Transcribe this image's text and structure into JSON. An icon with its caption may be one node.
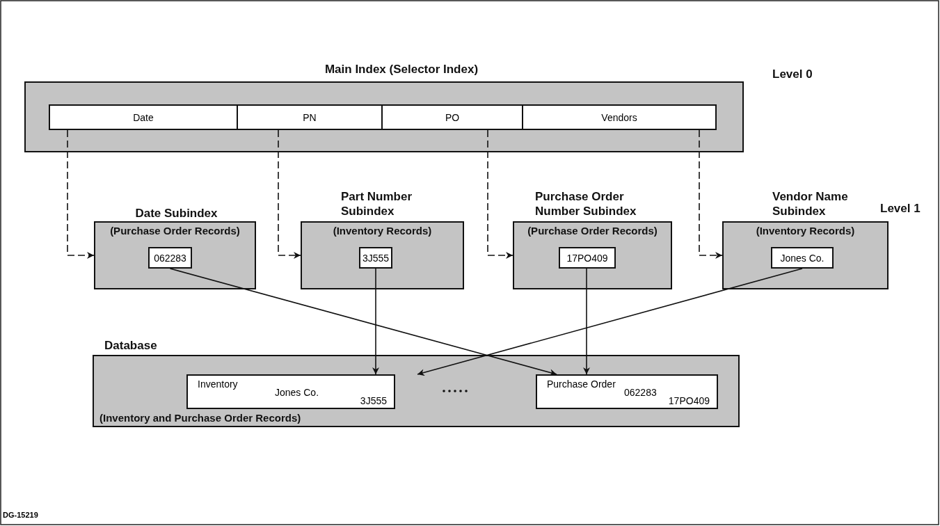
{
  "diagram": {
    "nodes": [
      {
        "text": [
          "Main Index (Selector Index)"
        ]
      },
      {
        "text": [
          "Date"
        ],
        "in": 0
      },
      {
        "text": [
          "PN"
        ],
        "in": 0
      },
      {
        "text": [
          "PO"
        ],
        "in": 0
      },
      {
        "text": [
          "Vendors"
        ],
        "in": 0
      },
      {
        "text": [
          "Date Subindex",
          "(Purchase Order Records)"
        ]
      },
      {
        "text": [
          "062283"
        ],
        "in": 5
      },
      {
        "text": [
          "Part Number Subindex",
          "(Inventory Records)"
        ]
      },
      {
        "text": [
          "3J555"
        ],
        "in": 7
      },
      {
        "text": [
          "Purchase Order Number Subindex",
          "(Purchase Order Records)"
        ]
      },
      {
        "text": [
          "17PO409"
        ],
        "in": 9
      },
      {
        "text": [
          "Vendor Name Subindex",
          "(Inventory Records)"
        ]
      },
      {
        "text": [
          "Jones Co."
        ],
        "in": 11
      },
      {
        "text": [
          "Database",
          "(Inventory and Purchase Order Records)"
        ]
      },
      {
        "text": [
          "Inventory",
          "Jones Co.",
          "3J555"
        ],
        "in": 13
      },
      {
        "text": [
          "Purchase Order",
          "062283",
          "17PO409"
        ],
        "in": 13
      }
    ],
    "edges": [
      {
        "from": 1,
        "to": 5,
        "arrow": "to",
        "style": "dashed"
      },
      {
        "from": 2,
        "to": 7,
        "arrow": "to",
        "style": "dashed"
      },
      {
        "from": 3,
        "to": 9,
        "arrow": "to",
        "style": "dashed"
      },
      {
        "from": 4,
        "to": 11,
        "arrow": "to",
        "style": "dashed"
      },
      {
        "from": 6,
        "to": 15,
        "arrow": "to"
      },
      {
        "from": 8,
        "to": 14,
        "arrow": "to"
      },
      {
        "from": 10,
        "to": 15,
        "arrow": "to"
      },
      {
        "from": 12,
        "to": 14,
        "arrow": "to"
      }
    ],
    "labels": [
      "Level 0",
      "Level 1",
      "DG-15219"
    ]
  }
}
